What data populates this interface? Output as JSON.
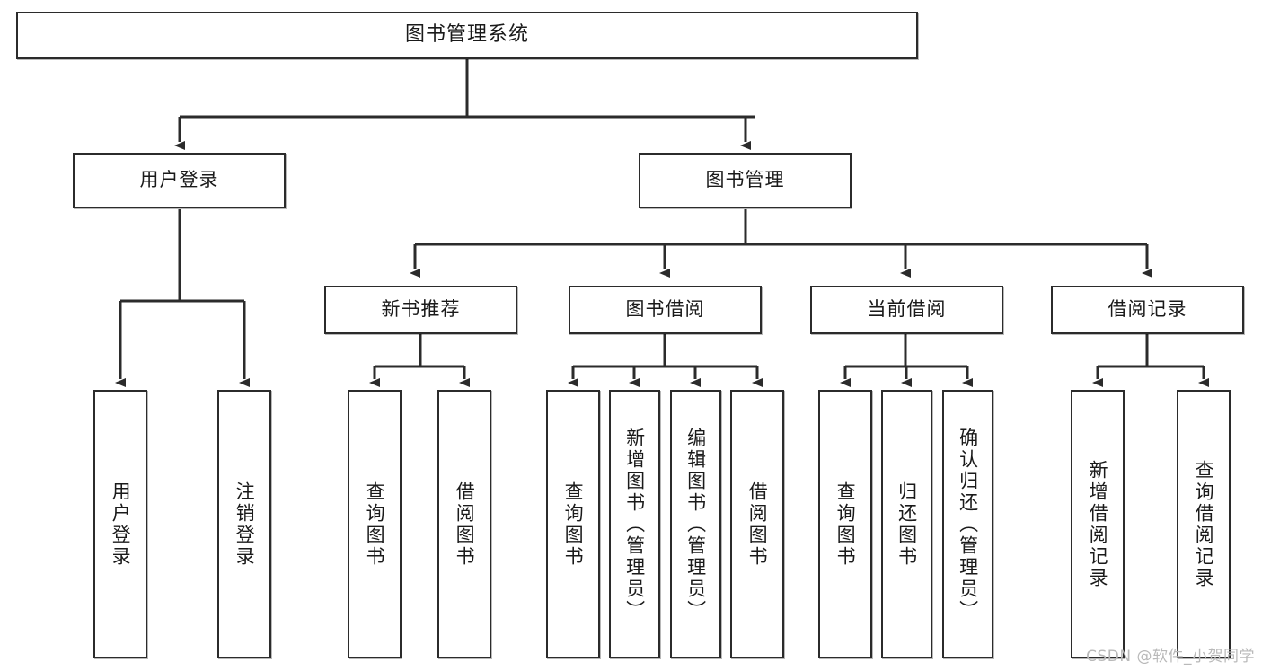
{
  "diagram": {
    "type": "tree",
    "title": "图书管理系统",
    "watermark": "CSDN @软件_小贺同学",
    "colors": {
      "stroke": "#2b2b2b",
      "fill": "#ffffff",
      "text": "#1a1a1a",
      "watermark": "#b9b9b9",
      "background": "#ffffff"
    },
    "nodes": {
      "root": {
        "label": "图书管理系统"
      },
      "level2": [
        {
          "label": "用户登录"
        },
        {
          "label": "图书管理"
        }
      ],
      "level3": [
        {
          "label": "新书推荐"
        },
        {
          "label": "图书借阅"
        },
        {
          "label": "当前借阅"
        },
        {
          "label": "借阅记录"
        }
      ],
      "leaves": {
        "user_login": [
          {
            "label": "用户登录"
          },
          {
            "label": "注销登录"
          }
        ],
        "new_book": [
          {
            "label": "查询图书"
          },
          {
            "label": "借阅图书"
          }
        ],
        "book_borrow": [
          {
            "label": "查询图书"
          },
          {
            "label": "新增图书（管理员）"
          },
          {
            "label": "编辑图书（管理员）"
          },
          {
            "label": "借阅图书"
          }
        ],
        "current_borrow": [
          {
            "label": "查询图书"
          },
          {
            "label": "归还图书"
          },
          {
            "label": "确认归还（管理员）"
          }
        ],
        "borrow_record": [
          {
            "label": "新增借阅记录"
          },
          {
            "label": "查询借阅记录"
          }
        ]
      }
    }
  }
}
